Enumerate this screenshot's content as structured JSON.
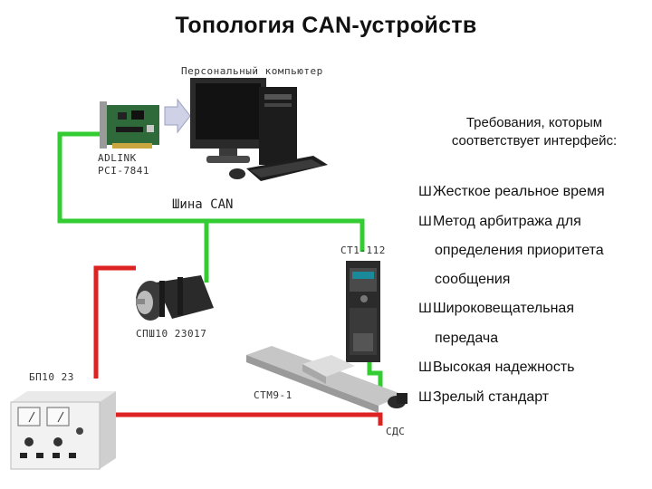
{
  "title": "Топология CAN-устройств",
  "bus_label": "Шина CAN",
  "colors": {
    "bus": "#33cc33",
    "power": "#dd2222"
  },
  "devices": {
    "pc": {
      "label": "Персональный компьютер"
    },
    "adlink": {
      "label_line1": "ADLINK",
      "label_line2": "PCI-7841"
    },
    "ct1": {
      "label": "СТ1-112"
    },
    "motor": {
      "label": "СПШ10 23017"
    },
    "psu": {
      "label": "БП10 23"
    },
    "stage": {
      "label": "СТМ9-1"
    },
    "sdc": {
      "label": "СДС"
    }
  },
  "requirements": {
    "heading_line1": "Требования, которым",
    "heading_line2": "соответствует интерфейс:",
    "bullet_glyph": "Ш",
    "items": [
      {
        "lines": [
          "Жесткое реальное время"
        ]
      },
      {
        "lines": [
          "Метод арбитража для",
          "определения приоритета",
          "сообщения"
        ]
      },
      {
        "lines": [
          "Широковещательная",
          "передача"
        ]
      },
      {
        "lines": [
          "Высокая надежность"
        ]
      },
      {
        "lines": [
          "Зрелый стандарт"
        ]
      }
    ]
  }
}
